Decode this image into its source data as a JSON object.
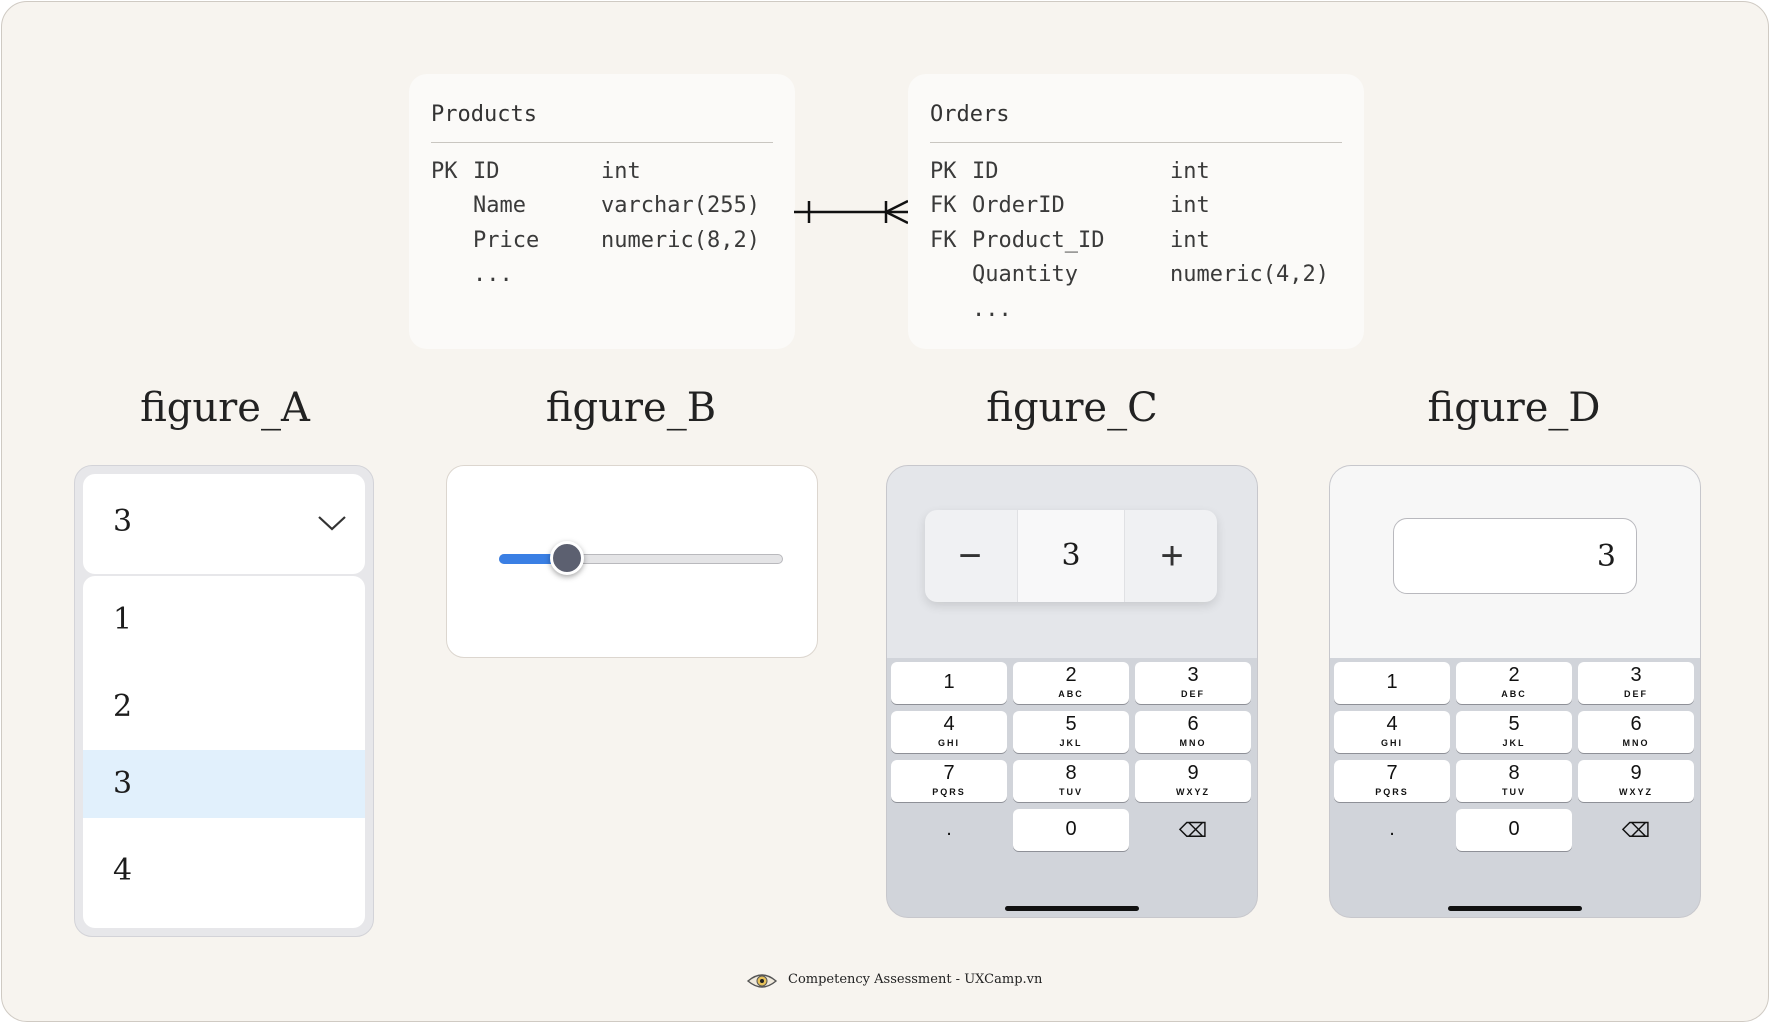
{
  "er_diagram": {
    "products": {
      "title": "Products",
      "rows": [
        {
          "key": "PK",
          "name": "ID",
          "type": "int"
        },
        {
          "key": "",
          "name": "Name",
          "type": "varchar(255)"
        },
        {
          "key": "",
          "name": "Price",
          "type": "numeric(8,2)"
        },
        {
          "key": "",
          "name": "...",
          "type": ""
        }
      ]
    },
    "orders": {
      "title": "Orders",
      "rows": [
        {
          "key": "PK",
          "name": "ID",
          "type": "int"
        },
        {
          "key": "FK",
          "name": "OrderID",
          "type": "int"
        },
        {
          "key": "FK",
          "name": "Product_ID",
          "type": "int"
        },
        {
          "key": "",
          "name": "Quantity",
          "type": "numeric(4,2)"
        },
        {
          "key": "",
          "name": "...",
          "type": ""
        }
      ]
    },
    "relationship": "one-to-many"
  },
  "figures": {
    "a": {
      "title": "figure_A",
      "selected_value": "3",
      "options": [
        "1",
        "2",
        "3",
        "4"
      ],
      "selected_index": 2
    },
    "b": {
      "title": "figure_B",
      "slider_fraction": 0.24,
      "fill_color": "#3a7fe4",
      "thumb_color": "#5c6070"
    },
    "c": {
      "title": "figure_C",
      "stepper_value": "3",
      "minus_label": "−",
      "plus_label": "+"
    },
    "d": {
      "title": "figure_D",
      "field_value": "3"
    }
  },
  "keypad": {
    "keys": [
      {
        "digit": "1",
        "letters": ""
      },
      {
        "digit": "2",
        "letters": "ABC"
      },
      {
        "digit": "3",
        "letters": "DEF"
      },
      {
        "digit": "4",
        "letters": "GHI"
      },
      {
        "digit": "5",
        "letters": "JKL"
      },
      {
        "digit": "6",
        "letters": "MNO"
      },
      {
        "digit": "7",
        "letters": "PQRS"
      },
      {
        "digit": "8",
        "letters": "TUV"
      },
      {
        "digit": "9",
        "letters": "WXYZ"
      },
      {
        "digit": ".",
        "letters": ""
      },
      {
        "digit": "0",
        "letters": ""
      },
      {
        "digit": "⌫",
        "letters": ""
      }
    ]
  },
  "footer": {
    "text": "Competency Assessment - UXCamp.vn",
    "logo_icon": "eye-logo-icon"
  }
}
